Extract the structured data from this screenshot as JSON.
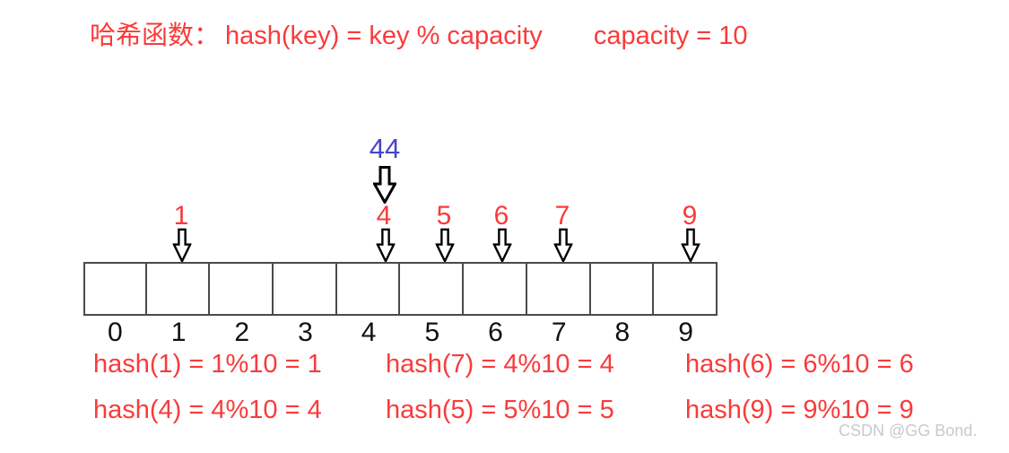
{
  "title": {
    "label_cn": "哈希函数：",
    "formula": "hash(key) = key % capacity",
    "capacity": "capacity = 10"
  },
  "incoming_key": {
    "value": "44",
    "target_index": 4,
    "color": "#4646c8"
  },
  "insert_keys": [
    {
      "label": "1",
      "cell": 1
    },
    {
      "label": "4",
      "cell": 4
    },
    {
      "label": "5",
      "cell": 5
    },
    {
      "label": "6",
      "cell": 6
    },
    {
      "label": "7",
      "cell": 7
    },
    {
      "label": "9",
      "cell": 9
    }
  ],
  "array": {
    "size": 10,
    "indices": [
      "0",
      "1",
      "2",
      "3",
      "4",
      "5",
      "6",
      "7",
      "8",
      "9"
    ],
    "cells": [
      "",
      "",
      "",
      "",
      "",
      "",
      "",
      "",
      "",
      ""
    ]
  },
  "equations": {
    "rows": [
      [
        "hash(1) = 1%10 = 1",
        "hash(7) = 4%10 = 4",
        "hash(6) = 6%10 = 6"
      ],
      [
        "hash(4) = 4%10 = 4",
        "hash(5) = 5%10 = 5",
        "hash(9) = 9%10 = 9"
      ]
    ]
  },
  "watermark": "CSDN @GG Bond.",
  "colors": {
    "red": "#f93b3b",
    "blue": "#4646c8",
    "cell_border": "#4a4a4a",
    "index_text": "#111111",
    "watermark": "#c9c9ce"
  }
}
